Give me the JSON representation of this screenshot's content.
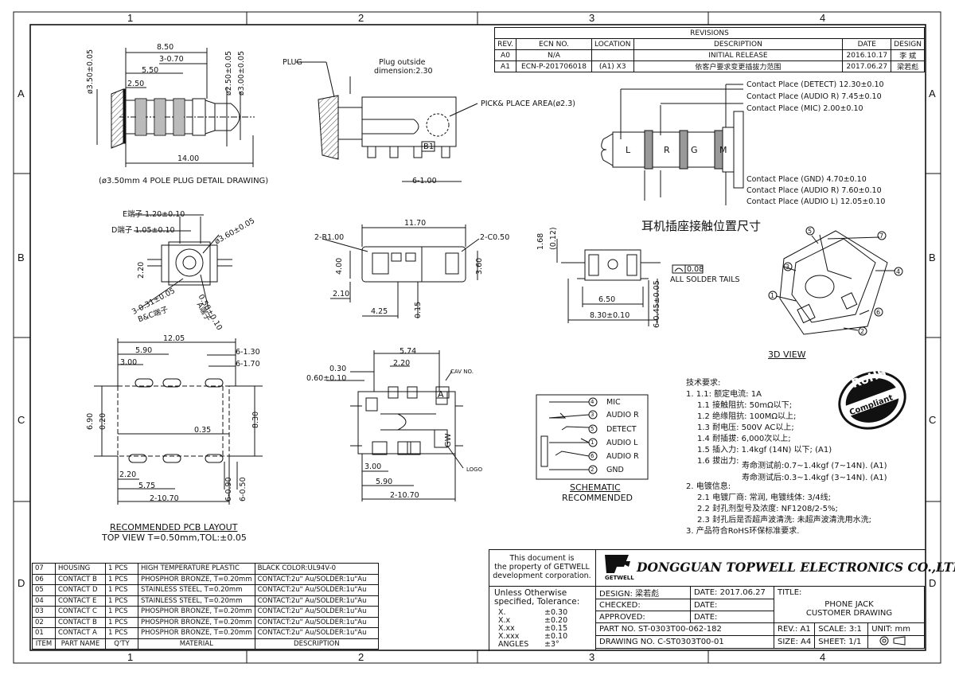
{
  "zones": {
    "cols": [
      "1",
      "2",
      "3",
      "4"
    ],
    "rows": [
      "A",
      "B",
      "C",
      "D"
    ]
  },
  "revisions": {
    "title": "REVISIONS",
    "headers": [
      "REV.",
      "ECN NO.",
      "LOCATION",
      "DESCRIPTION",
      "DATE",
      "DESIGN"
    ],
    "rows": [
      [
        "A0",
        "N/A",
        "",
        "INITIAL RELEASE",
        "2016.10.17",
        "李 斌"
      ],
      [
        "A1",
        "ECN-P-201706018",
        "(A1) X3",
        "依客户要求变更插拔力范围",
        "2017.06.27",
        "梁若彪"
      ]
    ]
  },
  "plug_detail": {
    "caption": "(ø3.50mm 4 POLE PLUG DETAIL DRAWING)",
    "dims": {
      "d350": "ø3.50±0.05",
      "l850": "8.50",
      "l370": "3-0.70",
      "l550": "5.50",
      "l250": "2.50",
      "d250": "ø2.50±0.05",
      "d300": "ø3.00±0.05",
      "l1400": "14.00"
    }
  },
  "side_view": {
    "plug": "PLUG",
    "outside": "Plug outside",
    "outside_dim": "dimension:2.30",
    "pick": "PICK& PLACE AREA(ø2.3)",
    "b1": "B1",
    "d100": "6-1.00"
  },
  "contact_place": {
    "top": [
      "Contact Place (DETECT) 12.30±0.10",
      "Contact Place (AUDIO R) 7.45±0.10",
      "Contact Place (MIC) 2.00±0.10"
    ],
    "bottom": [
      "Contact Place (GND) 4.70±0.10",
      "Contact Place (AUDIO R) 7.60±0.10",
      "Contact Place (AUDIO L) 12.05±0.10"
    ],
    "letters": [
      "L",
      "R",
      "G",
      "M"
    ],
    "heading": "耳机插座接触位置尺寸"
  },
  "front_view": {
    "e": "E端子 1.20±0.10",
    "d": "D端子 1.05±0.10",
    "dia": "ø3.60±0.05",
    "h220": "2.20",
    "bc": "3-0.31±0.05",
    "bc2": "B&C端子",
    "a": "0.50±0.10",
    "a2": "A端子"
  },
  "top_view": {
    "w1170": "11.70",
    "r100": "2-R1.00",
    "c050": "2-C0.50",
    "h400": "4.00",
    "h360": "3.60",
    "l210": "2.10",
    "l425": "4.25",
    "l015": "0.15"
  },
  "end_view": {
    "h168": "1.68",
    "h012": "(0.12)",
    "w650": "6.50",
    "w830": "8.30±0.10",
    "t045": "6-0.45±0.05",
    "solder": "0.08",
    "solder_label": "ALL SOLDER TAILS"
  },
  "view3d": {
    "label": "3D VIEW",
    "nums": [
      "1",
      "2",
      "3",
      "4",
      "5",
      "6",
      "7"
    ]
  },
  "pcb": {
    "w1205": "12.05",
    "w590": "5.90",
    "w300": "3.00",
    "w130": "6-1.30",
    "w170": "6-1.70",
    "h690": "6.90",
    "h020": "0.20",
    "h035": "0.35",
    "h830": "8.30",
    "w220": "2.20",
    "w575": "5.75",
    "w1070": "2-10.70",
    "h090": "6-0.90",
    "h050": "6-0.50",
    "title": "RECOMMENDED PCB LAYOUT",
    "subtitle": "TOP VIEW T=0.50mm,TOL:±0.05"
  },
  "bottom_view": {
    "w574": "5.74",
    "w220": "2.20",
    "w030": "0.30",
    "w060": "0.60±0.10",
    "cav": "CAV NO.",
    "a": "A",
    "gw": "GW",
    "logo": "LOGO",
    "w300": "3.00",
    "w590": "5.90",
    "w1070": "2-10.70"
  },
  "schematic": {
    "pins": [
      {
        "n": "4",
        "l": "MIC"
      },
      {
        "n": "3",
        "l": "AUDIO R"
      },
      {
        "n": "5",
        "l": "DETECT"
      },
      {
        "n": "1",
        "l": "AUDIO L"
      },
      {
        "n": "6",
        "l": "AUDIO R"
      },
      {
        "n": "2",
        "l": "GND"
      }
    ],
    "title": "SCHEMATIC",
    "subtitle": "RECOMMENDED"
  },
  "specs": {
    "title": "技术要求:",
    "lines": [
      "1.  1.1: 额定电流: 1A",
      "1.1  接触阻抗: 50mΩ以下;",
      "1.2  绝缘阻抗: 100MΩ以上;",
      "1.3  耐电压: 500V  AC以上;",
      "1.4  耐插拔: 6,000次以上;",
      "1.5  插入力: 1.4kgf (14N) 以下; (A1)",
      "1.6  拔出力:",
      "寿命测试前:0.7~1.4kgf (7~14N). (A1)",
      "寿命测试后:0.3~1.4kgf (3~14N). (A1)",
      "2.  电镀信息:",
      "2.1  电镀厂商: 常润, 电镀线体: 3/4线;",
      "2.2  封孔剂型号及浓度: NF1208/2-5%;",
      "2.3  封孔后是否超声波清洗: 未超声波清洗用水洗;",
      "3.  产品符合RoHS环保标准要求."
    ]
  },
  "rohs": {
    "top": "RoHS",
    "bottom": "Compliant"
  },
  "bom": {
    "headers": [
      "ITEM",
      "PART NAME",
      "Q'TY",
      "MATERIAL",
      "DESCRIPTION"
    ],
    "rows": [
      [
        "07",
        "HOUSING",
        "1 PCS",
        "HIGH TEMPERATURE PLASTIC",
        "BLACK COLOR:UL94V-0"
      ],
      [
        "06",
        "CONTACT B",
        "1 PCS",
        "PHOSPHOR BRONZE, T=0.20mm",
        "CONTACT:2u\" Au/SOLDER:1u\"Au"
      ],
      [
        "05",
        "CONTACT D",
        "1 PCS",
        "STAINLESS STEEL, T=0.20mm",
        "CONTACT:2u\" Au/SOLDER:1u\"Au"
      ],
      [
        "04",
        "CONTACT E",
        "1 PCS",
        "STAINLESS STEEL, T=0.20mm",
        "CONTACT:2u\" Au/SOLDER:1u\"Au"
      ],
      [
        "03",
        "CONTACT C",
        "1 PCS",
        "PHOSPHOR BRONZE, T=0.20mm",
        "CONTACT:2u\" Au/SOLDER:1u\"Au"
      ],
      [
        "02",
        "CONTACT B",
        "1 PCS",
        "PHOSPHOR BRONZE, T=0.20mm",
        "CONTACT:2u\" Au/SOLDER:1u\"Au"
      ],
      [
        "01",
        "CONTACT A",
        "1 PCS",
        "PHOSPHOR BRONZE, T=0.20mm",
        "CONTACT:2u\" Au/SOLDER:1u\"Au"
      ]
    ]
  },
  "titleblock": {
    "property": [
      "This document is",
      "the property of GETWELL",
      "development corporation."
    ],
    "company": "DONGGUAN TOPWELL ELECTRONICS CO.,LTD.",
    "logo_text": "GETWELL",
    "tolerance": {
      "head": "Unless Otherwise",
      "head2": "specified, Tolerance:",
      "rows": [
        [
          "X.",
          "±0.30"
        ],
        [
          "X.x",
          "±0.20"
        ],
        [
          "X.xx",
          "±0.15"
        ],
        [
          "X.xxx",
          "±0.10"
        ],
        [
          "ANGLES",
          "±3°"
        ]
      ]
    },
    "design_label": "DESIGN:",
    "design_value": "梁若彪",
    "checked_label": "CHECKED:",
    "approved_label": "APPROVED:",
    "date_label": "DATE:",
    "date_value": "2017.06.27",
    "title_label": "TITLE:",
    "title_line1": "PHONE JACK",
    "title_line2": "CUSTOMER DRAWING",
    "part_no": "PART NO. ST-0303T00-062-182",
    "drawing_no": "DRAWING NO. C-ST0303T00-01",
    "rev": "REV.: A1",
    "scale": "SCALE: 3:1",
    "unit": "UNIT: mm",
    "size": "SIZE: A4",
    "sheet": "SHEET: 1/1"
  }
}
